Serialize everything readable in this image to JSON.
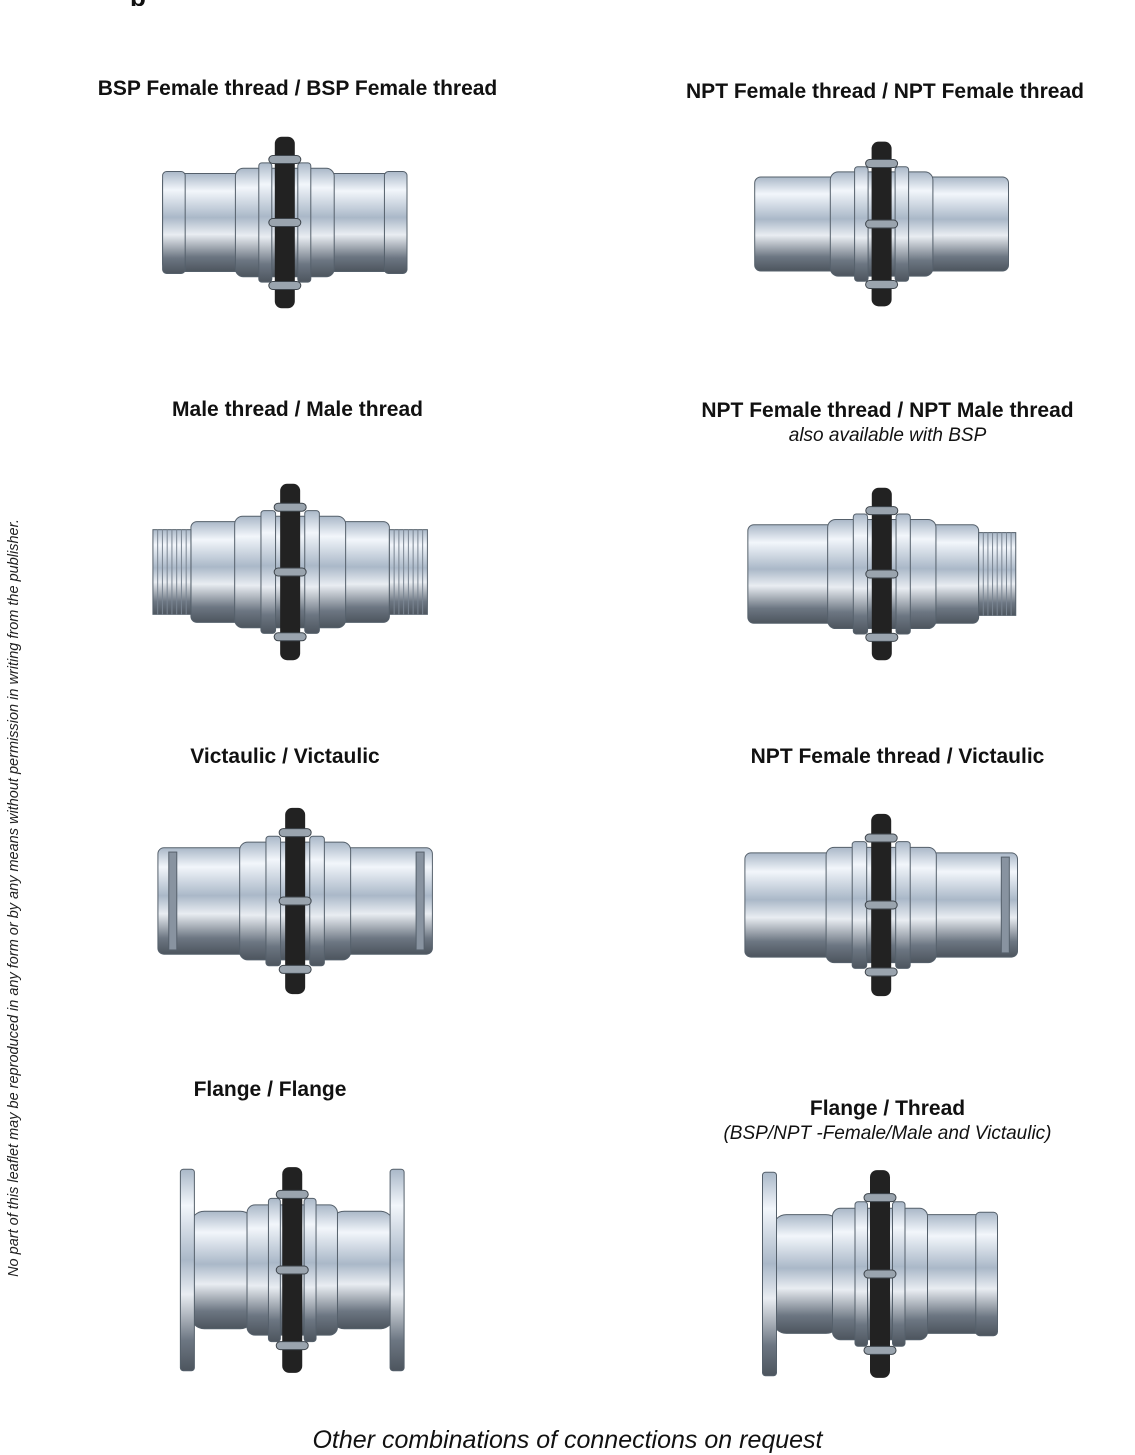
{
  "page": {
    "side_note": "No part of this leaflet may be reproduced in any form or by any means without permission in writing from the publisher.",
    "title_fragment": "p",
    "footer": "Other combinations of connections on request"
  },
  "colors": {
    "steel_light": "#f2f6fb",
    "steel_mid": "#aab8c8",
    "steel_dark": "#6c7682",
    "gasket": "#222222"
  },
  "items": [
    {
      "label": "BSP Female thread / BSP Female thread",
      "sub": "",
      "left_end": "hex",
      "right_end": "hex",
      "image": "bsp-female-bsp-female-fitting"
    },
    {
      "label": "NPT Female thread / NPT Female thread",
      "sub": "",
      "left_end": "plain",
      "right_end": "plain",
      "image": "npt-female-npt-female-fitting"
    },
    {
      "label": "Male thread / Male thread",
      "sub": "",
      "left_end": "male-thread",
      "right_end": "male-thread",
      "image": "male-male-fitting"
    },
    {
      "label": "NPT Female thread / NPT Male thread",
      "sub": "also available with BSP",
      "left_end": "plain",
      "right_end": "male-thread",
      "image": "npt-female-npt-male-fitting"
    },
    {
      "label": "Victaulic / Victaulic",
      "sub": "",
      "left_end": "groove",
      "right_end": "groove",
      "image": "victaulic-victaulic-fitting"
    },
    {
      "label": "NPT Female thread / Victaulic",
      "sub": "",
      "left_end": "plain",
      "right_end": "groove",
      "image": "npt-female-victaulic-fitting"
    },
    {
      "label": "Flange / Flange",
      "sub": "",
      "left_end": "flange",
      "right_end": "flange",
      "image": "flange-flange-fitting"
    },
    {
      "label": "Flange / Thread",
      "sub": "(BSP/NPT -Female/Male and Victaulic)",
      "left_end": "flange",
      "right_end": "hex",
      "image": "flange-thread-fitting"
    }
  ]
}
